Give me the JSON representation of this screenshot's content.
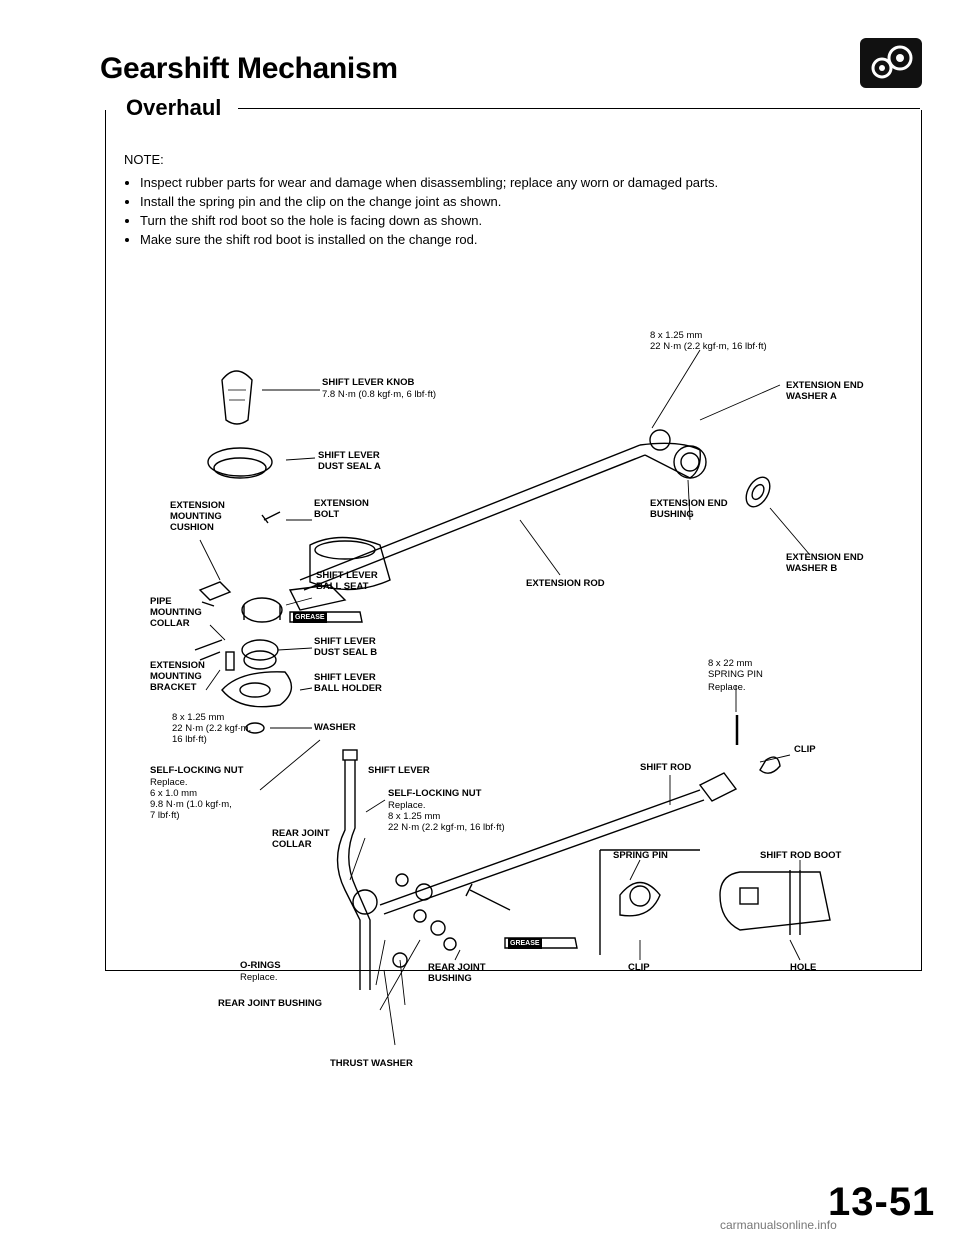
{
  "header": {
    "title": "Gearshift Mechanism",
    "subtitle": "Overhaul"
  },
  "notes": {
    "heading": "NOTE:",
    "items": [
      "Inspect rubber parts for wear and damage when disassembling; replace any worn or damaged parts.",
      "Install the spring pin and the clip on the change joint as shown.",
      "Turn the shift rod boot so the hole is facing down as shown.",
      "Make sure the shift rod boot is installed on the change rod."
    ]
  },
  "labels": {
    "knob": "SHIFT LEVER KNOB",
    "knob_torque": "7.8 N·m (0.8 kgf·m, 6 lbf·ft)",
    "dust_seal_a": "SHIFT LEVER\nDUST SEAL A",
    "ext_bolt": "EXTENSION\nBOLT",
    "ext_cushion": "EXTENSION\nMOUNTING\nCUSHION",
    "ball_seat": "SHIFT LEVER\nBALL SEAT",
    "pipe_collar": "PIPE\nMOUNTING\nCOLLAR",
    "dust_seal_b": "SHIFT LEVER\nDUST SEAL B",
    "ext_bracket": "EXTENSION\nMOUNTING\nBRACKET",
    "ball_holder": "SHIFT LEVER\nBALL HOLDER",
    "washer": "WASHER",
    "bracket_torque": "8 x 1.25 mm\n22 N·m (2.2 kgf·m,\n16 lbf·ft)",
    "nut1": "SELF-LOCKING NUT",
    "nut1_sub": "Replace.\n6 x 1.0 mm\n9.8 N·m (1.0 kgf·m,\n7 lbf·ft)",
    "shift_lever": "SHIFT LEVER",
    "nut2": "SELF-LOCKING NUT",
    "nut2_sub": "Replace.\n8 x 1.25 mm\n22 N·m (2.2 kgf·m, 16 lbf·ft)",
    "rear_collar": "REAR JOINT\nCOLLAR",
    "orings": "O-RINGS",
    "replace": "Replace.",
    "rear_bushing_1": "REAR JOINT\nBUSHING",
    "rear_bushing_2": "REAR JOINT BUSHING",
    "thrust_washer": "THRUST WASHER",
    "ext_torque": "8 x 1.25 mm\n22 N·m (2.2 kgf·m, 16 lbf·ft)",
    "washer_a": "EXTENSION END\nWASHER A",
    "end_bushing": "EXTENSION END\nBUSHING",
    "washer_b": "EXTENSION END\nWASHER B",
    "ext_rod": "EXTENSION ROD",
    "spring_pin_spec": "8 x 22 mm\nSPRING PIN",
    "clip": "CLIP",
    "shift_rod": "SHIFT ROD",
    "spring_pin": "SPRING PIN",
    "shift_rod_boot": "SHIFT ROD BOOT",
    "clip2": "CLIP",
    "hole": "HOLE",
    "grease": "GREASE"
  },
  "page_number": "13-51",
  "footer": "carmanualsonline.info"
}
